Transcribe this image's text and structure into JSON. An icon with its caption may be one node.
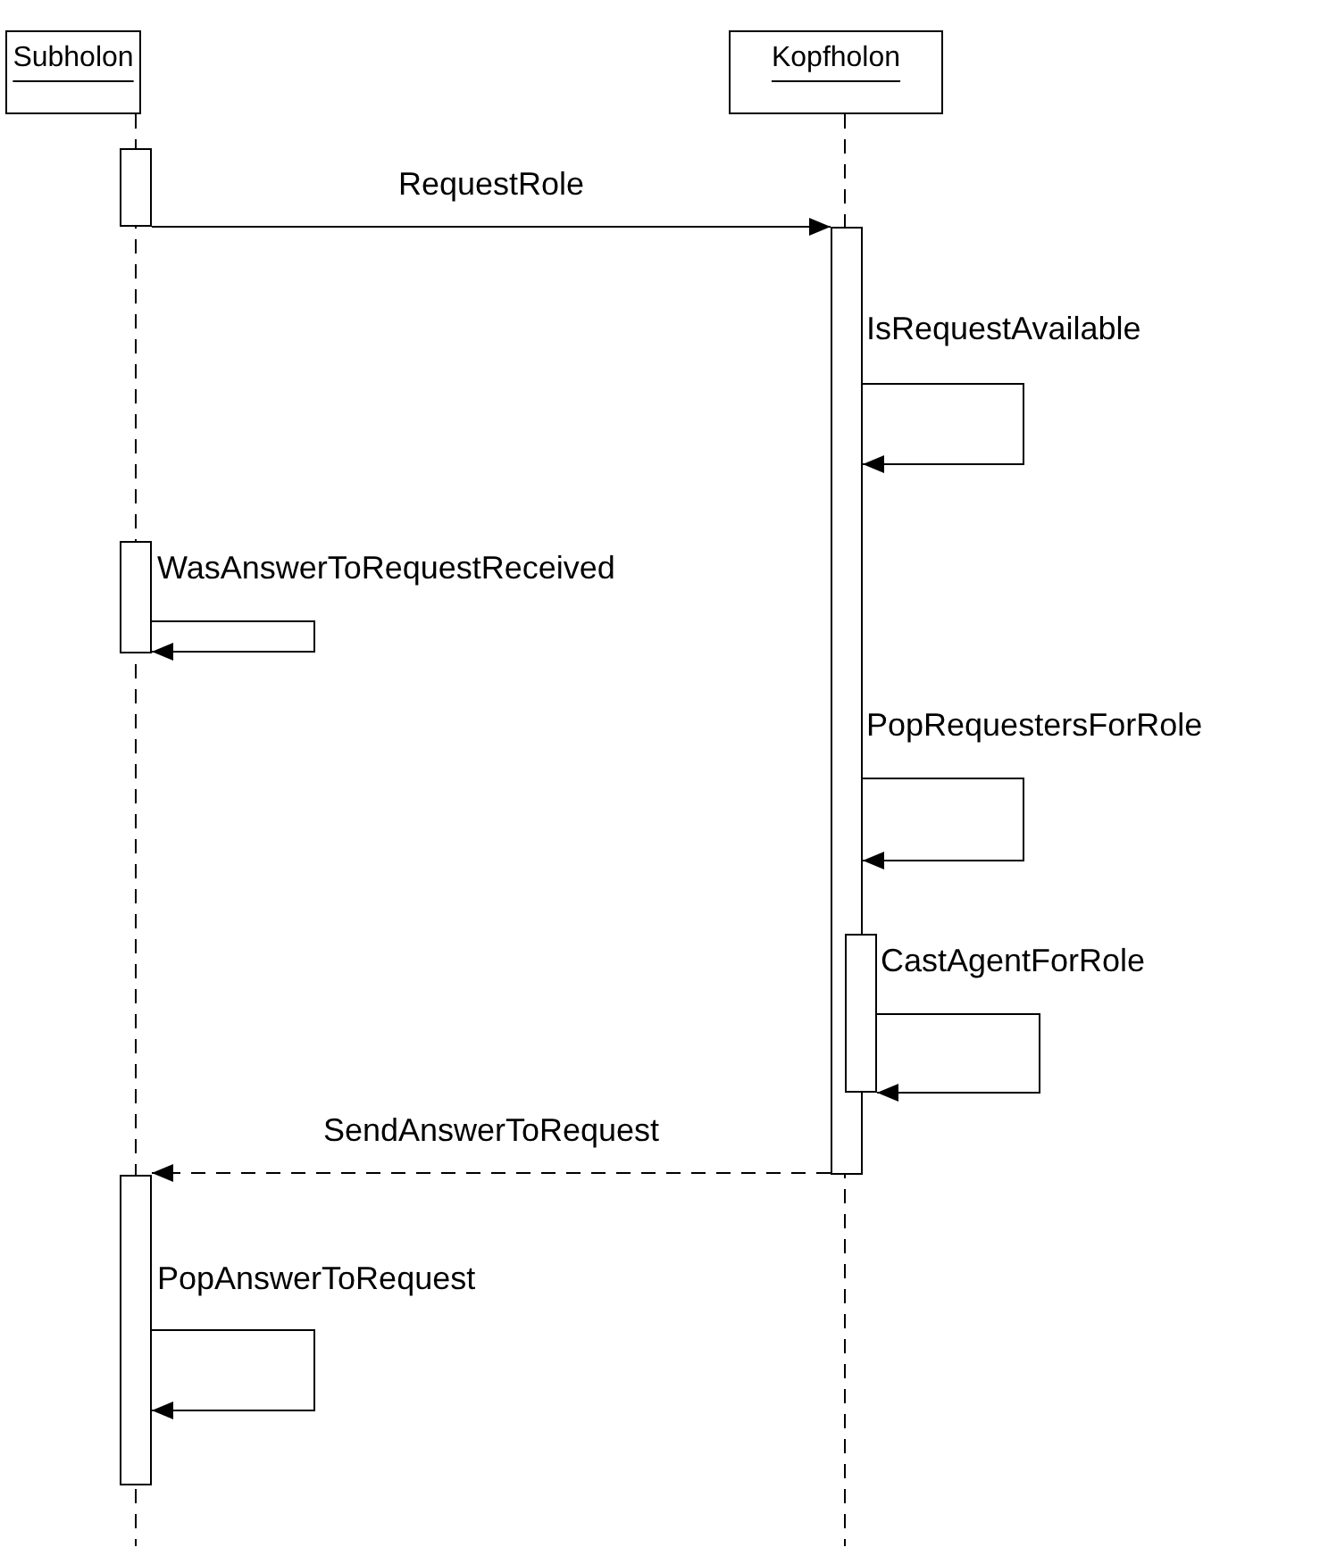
{
  "diagram": {
    "nodes": [
      {
        "text": [
          "Subholon"
        ]
      },
      {
        "text": [
          "Kopfholon"
        ]
      },
      {
        "text": [],
        "shape": "bar"
      },
      {
        "text": [],
        "shape": "bar"
      },
      {
        "text": [],
        "shape": "bar"
      },
      {
        "text": [],
        "shape": "bar"
      },
      {
        "text": [],
        "shape": "bar"
      }
    ],
    "edges": [
      {
        "from": 2,
        "to": 3,
        "arrow": "to",
        "label": "RequestRole"
      },
      {
        "from": 3,
        "to": 3,
        "arrow": "to",
        "label": "IsRequestAvailable"
      },
      {
        "from": 4,
        "to": 4,
        "arrow": "to",
        "label": "WasAnswerToRequestReceived"
      },
      {
        "from": 3,
        "to": 3,
        "arrow": "to",
        "label": "PopRequestersForRole"
      },
      {
        "from": 5,
        "to": 5,
        "arrow": "to",
        "label": "CastAgentForRole"
      },
      {
        "from": 3,
        "to": 6,
        "arrow": "to",
        "label": "SendAnswerToRequest",
        "style": "dashed"
      },
      {
        "from": 6,
        "to": 6,
        "arrow": "to",
        "label": "PopAnswerToRequest"
      }
    ]
  }
}
